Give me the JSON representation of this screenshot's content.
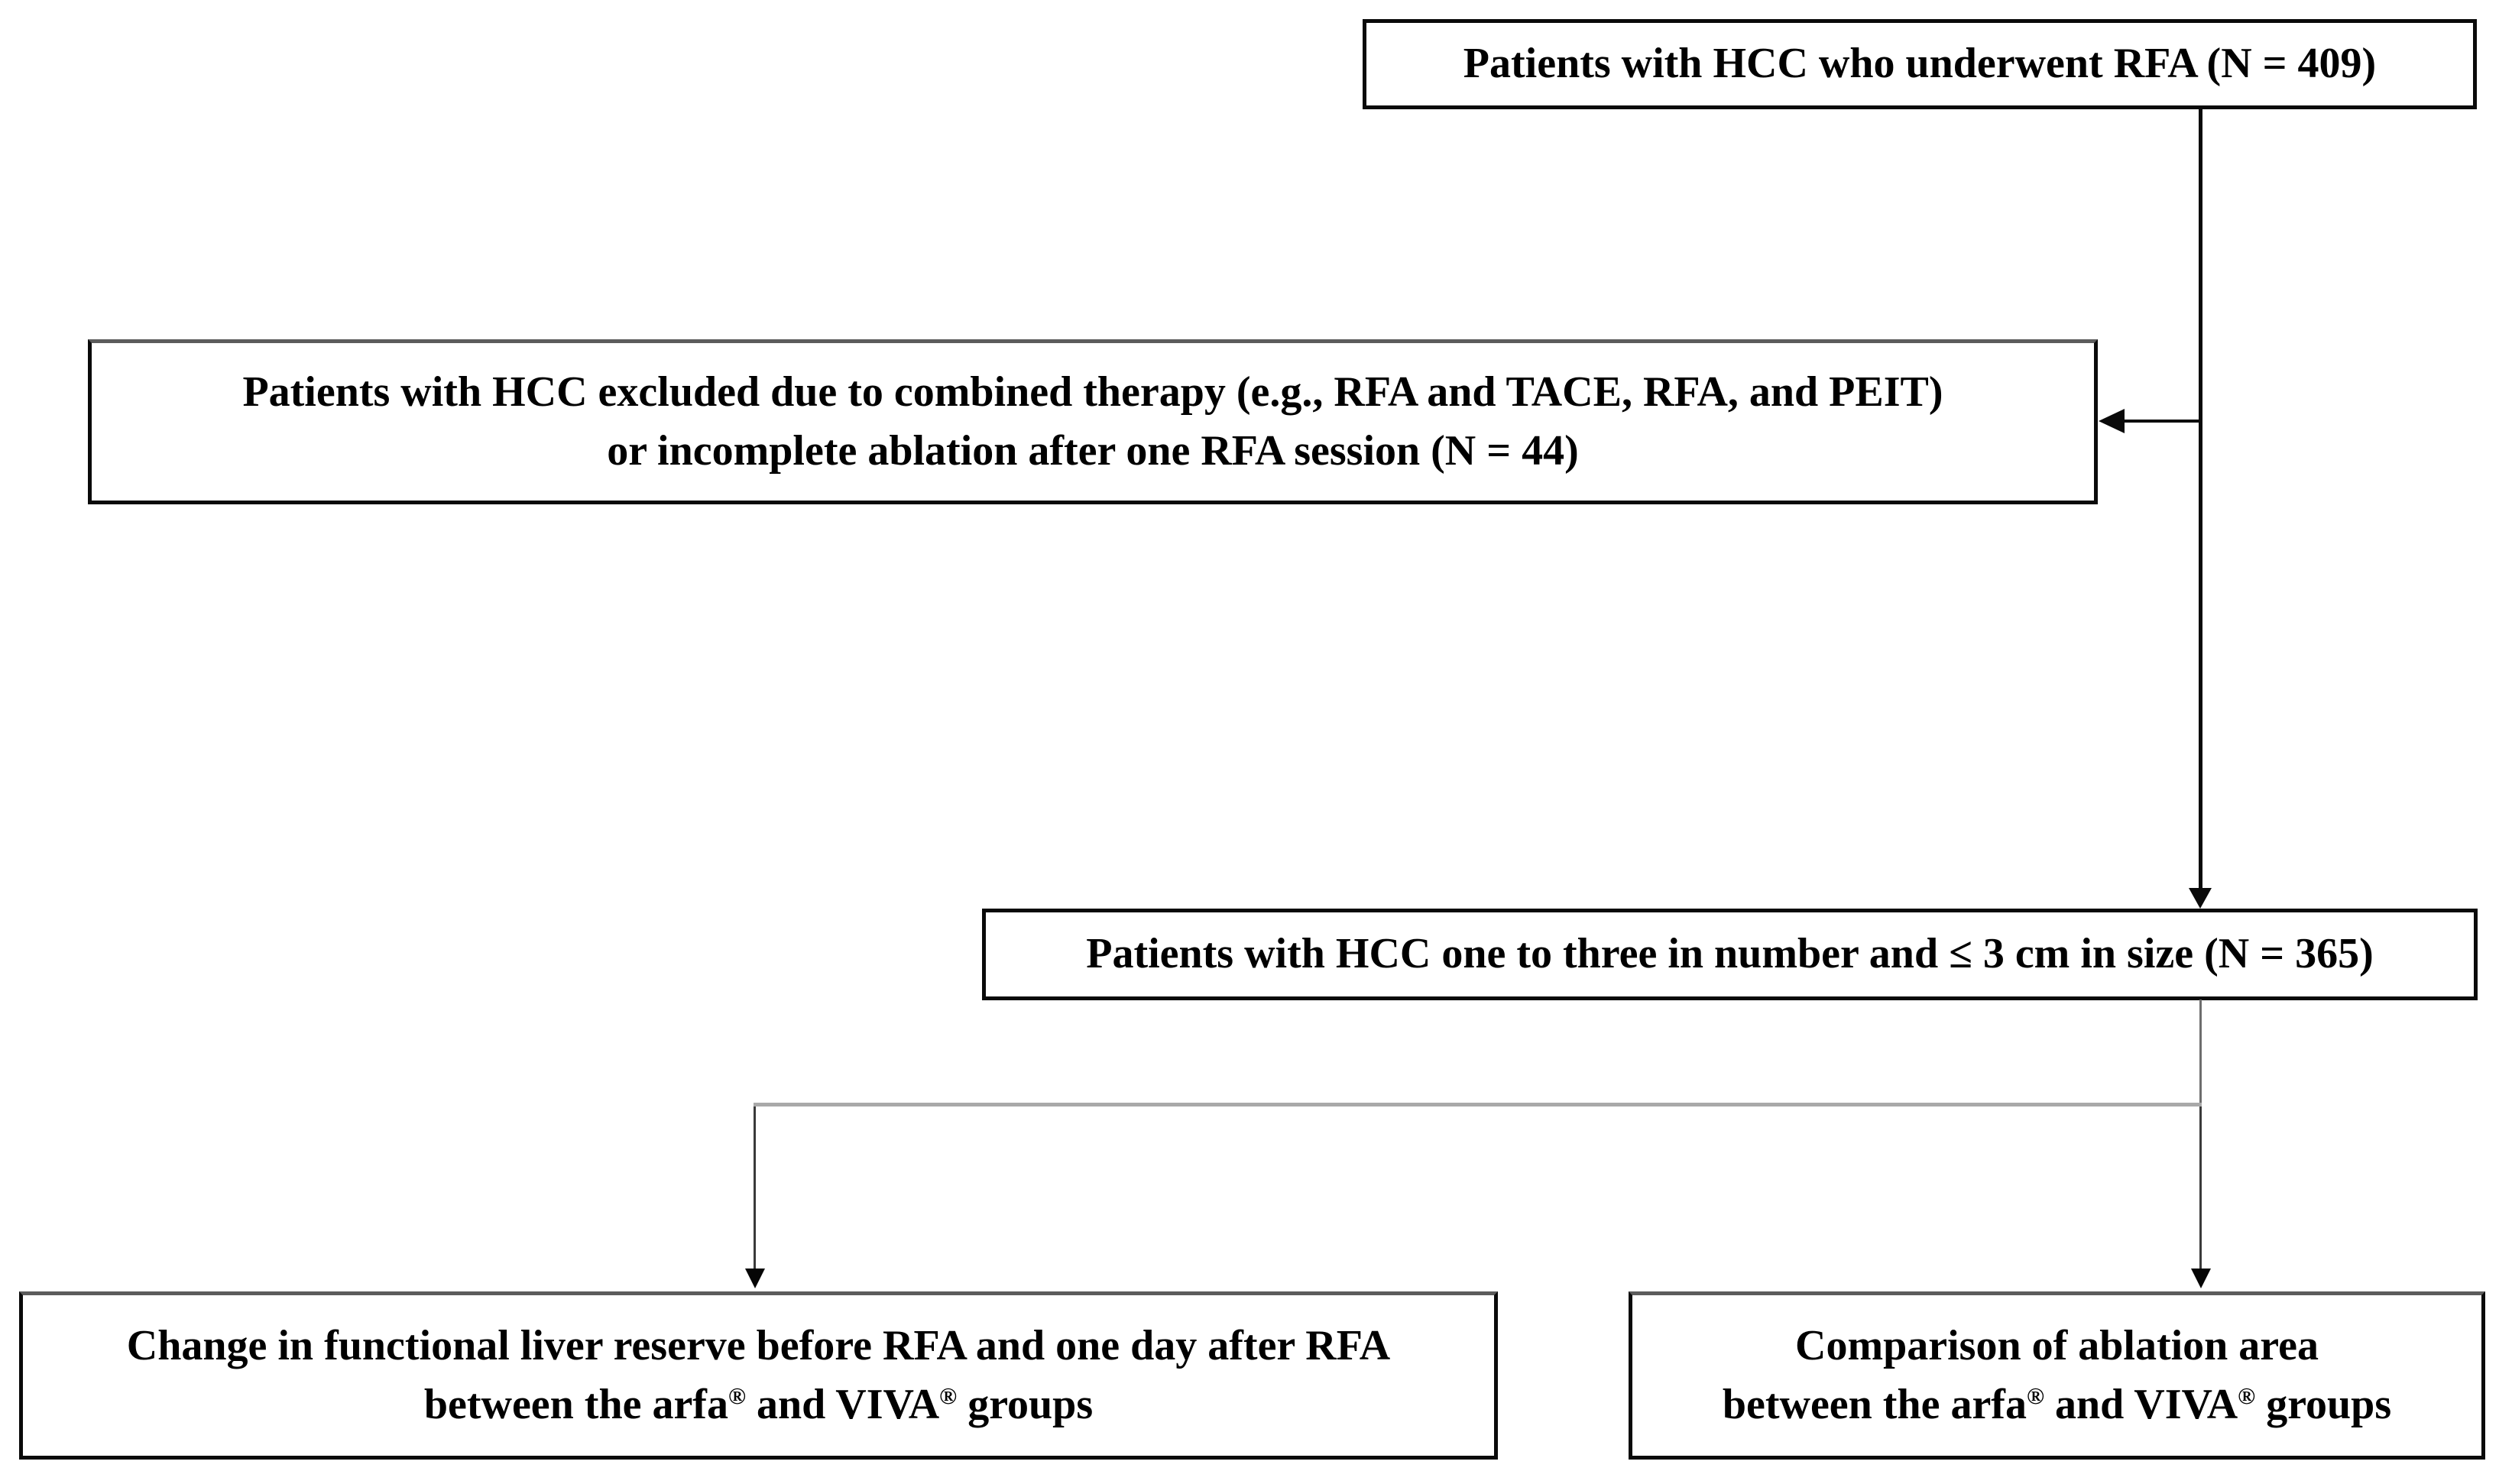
{
  "figure": {
    "type": "patient-flow-diagram",
    "background_color": "#ffffff",
    "box_border_color": "#0a0a0a",
    "arrow_color": "#0a0a0a",
    "branch_line_color": "#a9a9a9",
    "text_color": "#000000",
    "boxes": {
      "top": {
        "text": "Patients with HCC who underwent RFA (N = 409)"
      },
      "excluded": {
        "line1": "Patients with HCC excluded due to combined therapy (e.g., RFA and TACE, RFA, and PEIT)",
        "line2": "or incomplete ablation after one RFA session (N = 44)"
      },
      "eligible": {
        "text": "Patients with HCC one to three in number and ≤ 3 cm in size (N = 365)"
      },
      "outcome_liver_reserve": {
        "line1": "Change in functional liver reserve before RFA and one day after RFA",
        "line2": [
          {
            "text": "between the arfa"
          },
          {
            "text": "®",
            "sup": true
          },
          {
            "text": " and VIVA"
          },
          {
            "text": "®",
            "sup": true
          },
          {
            "text": " groups"
          }
        ]
      },
      "outcome_ablation_area": {
        "line1": "Comparison of ablation area",
        "line2": [
          {
            "text": "between the arfa"
          },
          {
            "text": "®",
            "sup": true
          },
          {
            "text": " and VIVA"
          },
          {
            "text": "®",
            "sup": true
          },
          {
            "text": " groups"
          }
        ]
      }
    }
  }
}
